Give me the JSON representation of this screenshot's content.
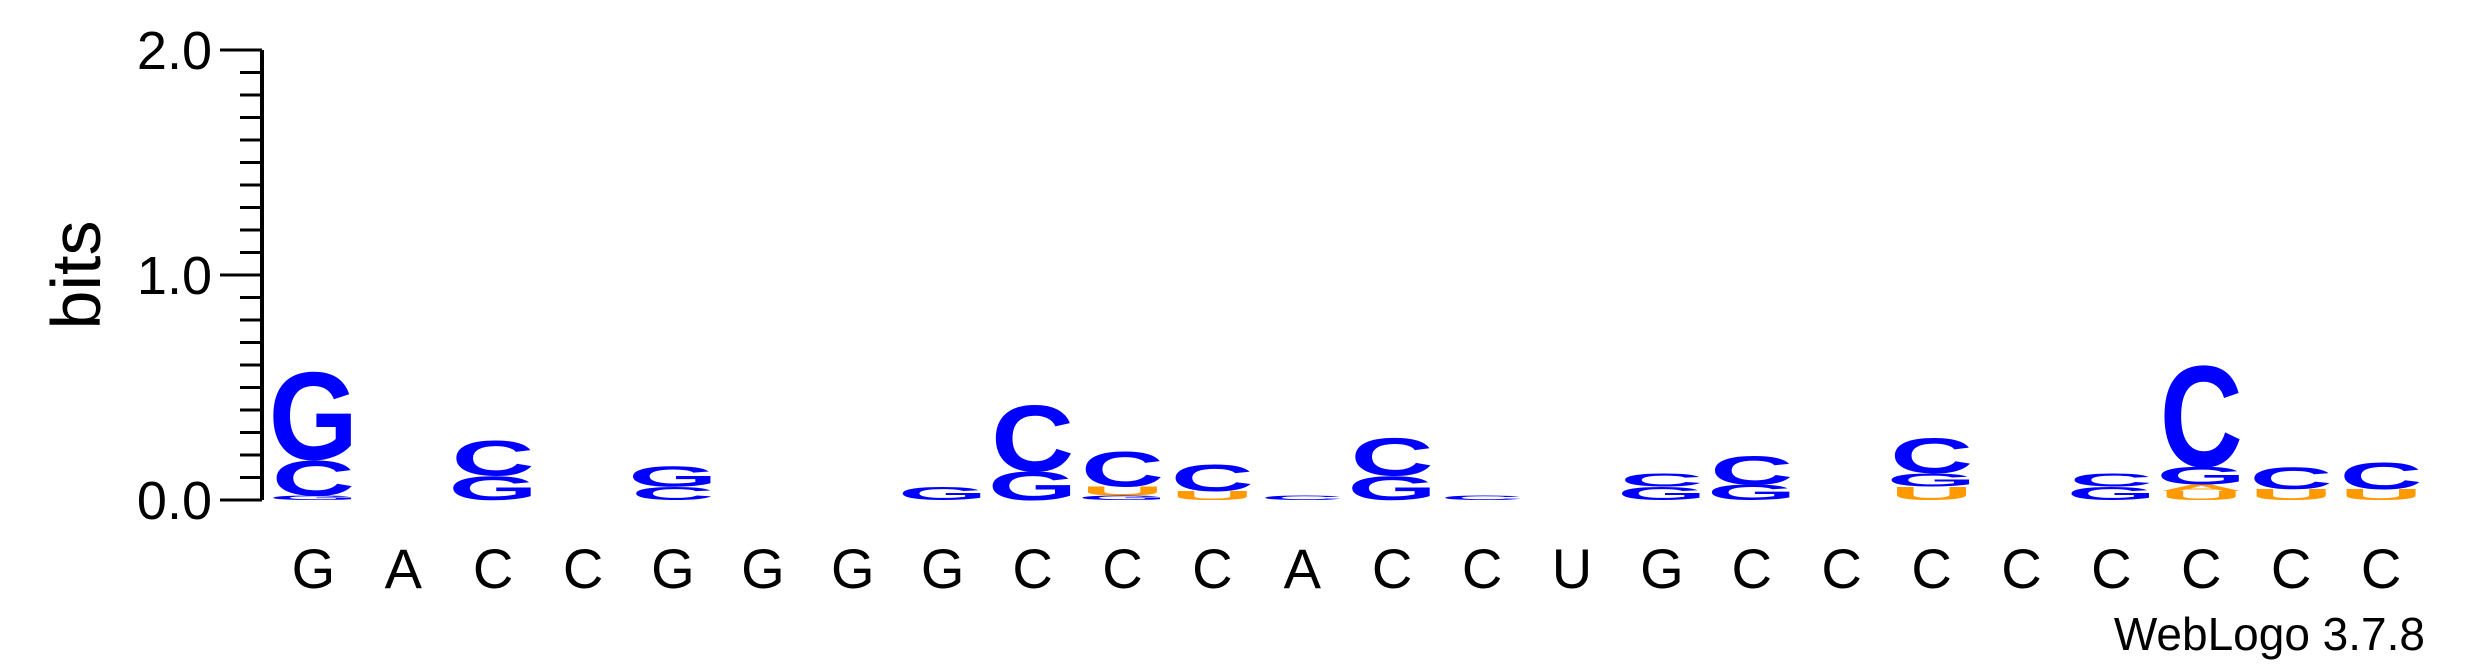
{
  "chart_data": {
    "type": "sequence-logo",
    "ylabel": "bits",
    "ylim": [
      0,
      2.0
    ],
    "yticks": [
      "0.0",
      "1.0",
      "2.0"
    ],
    "positions": [
      "G",
      "A",
      "C",
      "C",
      "G",
      "G",
      "G",
      "G",
      "C",
      "C",
      "C",
      "A",
      "C",
      "C",
      "U",
      "G",
      "C",
      "C",
      "C",
      "C",
      "C",
      "C",
      "C",
      "C"
    ],
    "colors": {
      "C": "#0000ff",
      "G": "#0000ff",
      "U": "#ff9900",
      "A": "#ff9900"
    },
    "stacks": [
      [
        {
          "letter": "G",
          "bits": 0.02
        },
        {
          "letter": "C",
          "bits": 0.16
        },
        {
          "letter": "G",
          "bits": 0.4
        }
      ],
      [],
      [
        {
          "letter": "G",
          "bits": 0.11
        },
        {
          "letter": "C",
          "bits": 0.16
        }
      ],
      [],
      [
        {
          "letter": "C",
          "bits": 0.06
        },
        {
          "letter": "G",
          "bits": 0.09
        }
      ],
      [],
      [],
      [
        {
          "letter": "G",
          "bits": 0.06
        }
      ],
      [
        {
          "letter": "G",
          "bits": 0.13
        },
        {
          "letter": "C",
          "bits": 0.3
        }
      ],
      [
        {
          "letter": "G",
          "bits": 0.02
        },
        {
          "letter": "U",
          "bits": 0.04
        },
        {
          "letter": "C",
          "bits": 0.16
        }
      ],
      [
        {
          "letter": "U",
          "bits": 0.04
        },
        {
          "letter": "C",
          "bits": 0.12
        }
      ],
      [
        {
          "letter": "C",
          "bits": 0.02
        }
      ],
      [
        {
          "letter": "G",
          "bits": 0.11
        },
        {
          "letter": "C",
          "bits": 0.17
        }
      ],
      [
        {
          "letter": "C",
          "bits": 0.02
        }
      ],
      [],
      [
        {
          "letter": "G",
          "bits": 0.06
        },
        {
          "letter": "C",
          "bits": 0.06
        }
      ],
      [
        {
          "letter": "G",
          "bits": 0.07
        },
        {
          "letter": "C",
          "bits": 0.13
        }
      ],
      [],
      [
        {
          "letter": "U",
          "bits": 0.06
        },
        {
          "letter": "G",
          "bits": 0.06
        },
        {
          "letter": "C",
          "bits": 0.16
        }
      ],
      [],
      [
        {
          "letter": "G",
          "bits": 0.06
        },
        {
          "letter": "C",
          "bits": 0.06
        }
      ],
      [
        {
          "letter": "U",
          "bits": 0.04
        },
        {
          "letter": "A",
          "bits": 0.03
        },
        {
          "letter": "G",
          "bits": 0.08
        },
        {
          "letter": "C",
          "bits": 0.46
        }
      ],
      [
        {
          "letter": "U",
          "bits": 0.05
        },
        {
          "letter": "C",
          "bits": 0.1
        }
      ],
      [
        {
          "letter": "U",
          "bits": 0.05
        },
        {
          "letter": "C",
          "bits": 0.12
        }
      ]
    ]
  },
  "credit": "WebLogo 3.7.8"
}
